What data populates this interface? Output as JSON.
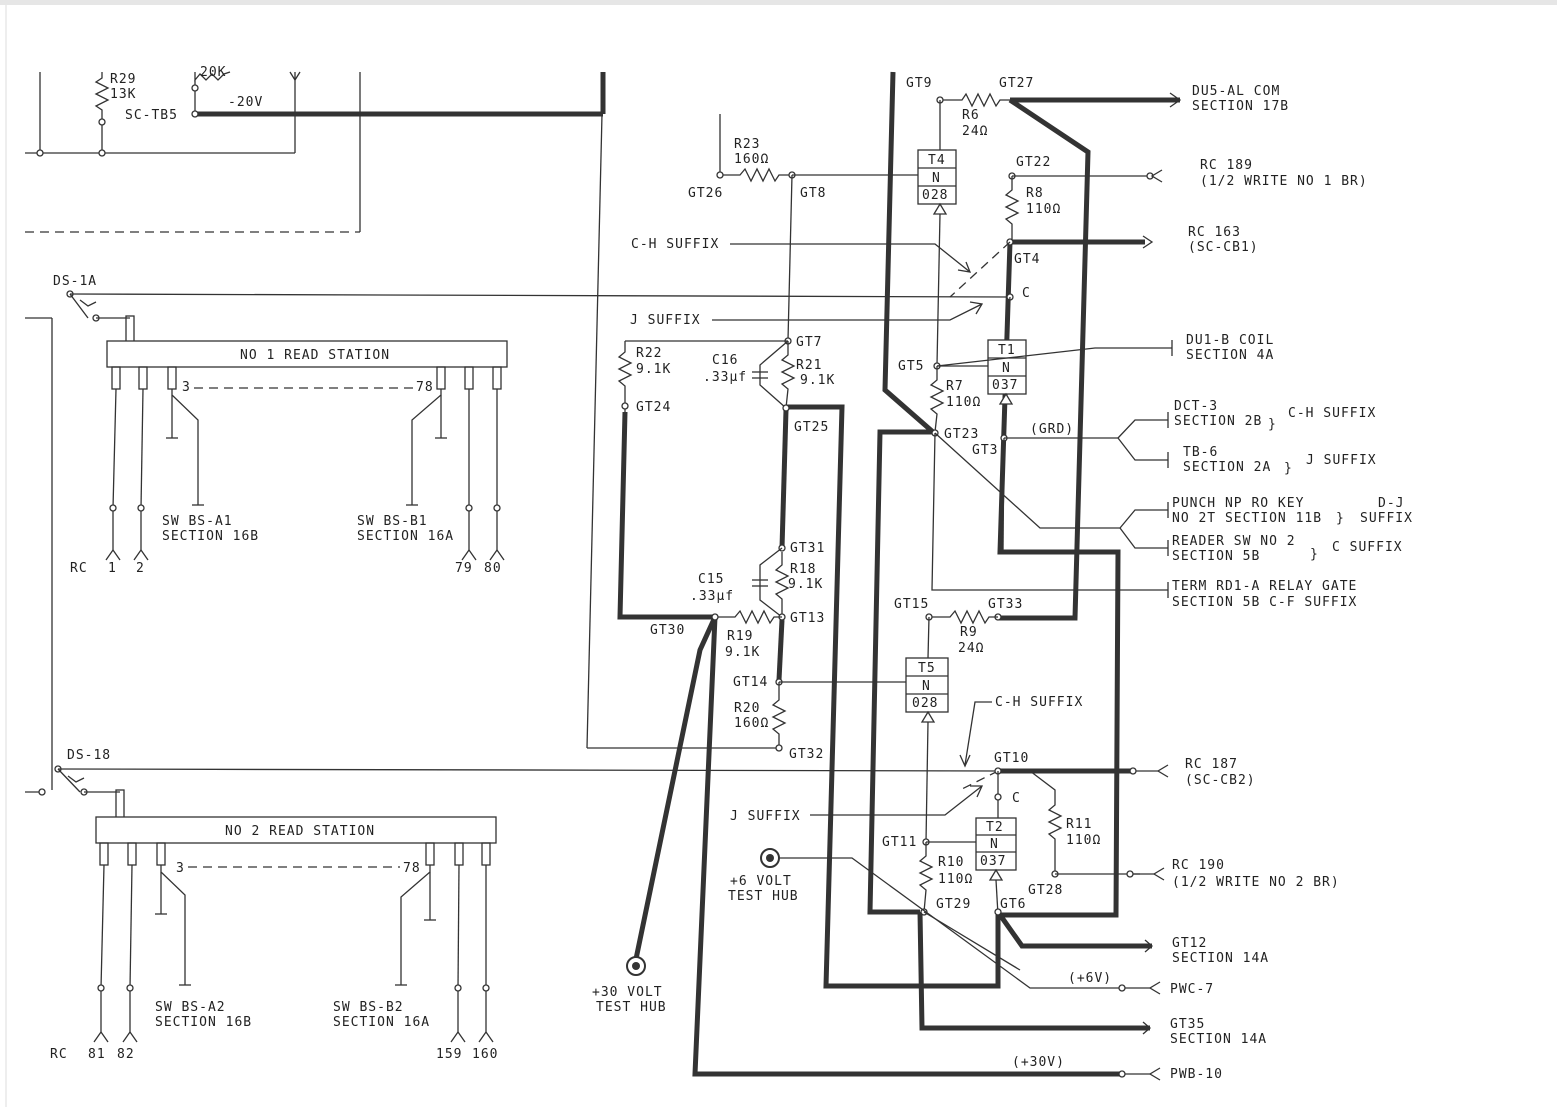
{
  "schematic": {
    "top_labels": {
      "r29": "R29",
      "r29_val": "13K",
      "r20k": "20K",
      "sctb5": "SC-TB5",
      "neg20v": "-20V"
    },
    "transistors": [
      {
        "id": "T4",
        "type": "N",
        "code": "028"
      },
      {
        "id": "T1",
        "type": "N",
        "code": "037"
      },
      {
        "id": "T5",
        "type": "N",
        "code": "028"
      },
      {
        "id": "T2",
        "type": "N",
        "code": "037"
      }
    ],
    "resistors": {
      "r6": "R6",
      "r6_val": "24Ω",
      "r23": "R23",
      "r23_val": "160Ω",
      "r8": "R8",
      "r8_val": "110Ω",
      "r22": "R22",
      "r22_val": "9.1K",
      "r21": "R21",
      "r21_val": "9.1K",
      "r7": "R7",
      "r7_val": "110Ω",
      "r18": "R18",
      "r18_val": "9.1K",
      "r19": "R19",
      "r19_val": "9.1K",
      "r9": "R9",
      "r9_val": "24Ω",
      "r20": "R20",
      "r20_val": "160Ω",
      "r11": "R11",
      "r11_val": "110Ω",
      "r10": "R10",
      "r10_val": "110Ω"
    },
    "capacitors": {
      "c16": "C16",
      "c16_val": ".33µf",
      "c15": "C15",
      "c15_val": ".33µf"
    },
    "points": {
      "gt9": "GT9",
      "gt27": "GT27",
      "gt22": "GT22",
      "gt26": "GT26",
      "gt8": "GT8",
      "gt4": "GT4",
      "gt7": "GT7",
      "gt24": "GT24",
      "gt25": "GT25",
      "gt5": "GT5",
      "gt23": "GT23",
      "gt3": "GT3",
      "gt31": "GT31",
      "gt13": "GT13",
      "gt30": "GT30",
      "gt15": "GT15",
      "gt33": "GT33",
      "gt14": "GT14",
      "gt32": "GT32",
      "gt10": "GT10",
      "gt11": "GT11",
      "gt29": "GT29",
      "gt6": "GT6",
      "gt28": "GT28",
      "c1": "C",
      "c2": "C"
    },
    "labels": {
      "ch_suffix_1": "C-H SUFFIX",
      "j_suffix_1": "J SUFFIX",
      "ch_suffix_2": "C-H SUFFIX",
      "j_suffix_2": "J SUFFIX",
      "grd": "(GRD)",
      "ds1a": "DS-1A",
      "ds18": "DS-18",
      "read1": "NO 1 READ STATION",
      "read2": "NO 2 READ STATION",
      "pin3_1": "3",
      "pin78_1": "78",
      "pin3_2": "3",
      "pin78_2": "78",
      "swa1_1": "SW BS-A1",
      "swa1_2": "SECTION 16B",
      "swb1_1": "SW BS-B1",
      "swb1_2": "SECTION 16A",
      "swa2_1": "SW BS-A2",
      "swa2_2": "SECTION 16B",
      "swb2_1": "SW BS-B2",
      "swb2_2": "SECTION 16A",
      "rc_a": "RC",
      "n1": "1",
      "n2": "2",
      "n79": "79",
      "n80": "80",
      "rc_b": "RC",
      "n81": "81",
      "n82": "82",
      "n159": "159",
      "n160": "160",
      "v6_1": "+6 VOLT",
      "v6_2": "TEST HUB",
      "v30_1": "+30 VOLT",
      "v30_2": "TEST HUB",
      "p6v": "(+6V)",
      "p30v": "(+30V)"
    },
    "right_labels": {
      "du5_1": "DU5-AL COM",
      "du5_2": "SECTION 17B",
      "rc189_1": "RC 189",
      "rc189_2": "(1/2 WRITE NO 1 BR)",
      "rc163_1": "RC 163",
      "rc163_2": "(SC-CB1)",
      "dui_1": "DU1-B COIL",
      "dui_2": "SECTION 4A",
      "dct_1": "DCT-3",
      "dct_2": "SECTION 2B",
      "dct_s": "C-H SUFFIX",
      "tb6_1": "TB-6",
      "tb6_2": "SECTION 2A",
      "tb6_s": "J SUFFIX",
      "punch_1": "PUNCH NP RO KEY",
      "punch_2": "NO 2T SECTION 11B",
      "punch_s1": "D-J",
      "punch_s2": "SUFFIX",
      "reader_1": "READER SW NO 2",
      "reader_2": "SECTION 5B",
      "reader_s": "C SUFFIX",
      "term_1": "TERM RD1-A RELAY GATE",
      "term_2": "SECTION 5B C-F SUFFIX",
      "rc187_1": "RC 187",
      "rc187_2": "(SC-CB2)",
      "rc190_1": "RC 190",
      "rc190_2": "(1/2 WRITE NO 2 BR)",
      "gt12_1": "GT12",
      "gt12_2": "SECTION 14A",
      "pwc": "PWC-7",
      "gt35_1": "GT35",
      "gt35_2": "SECTION 14A",
      "pwb": "PWB-10"
    }
  }
}
